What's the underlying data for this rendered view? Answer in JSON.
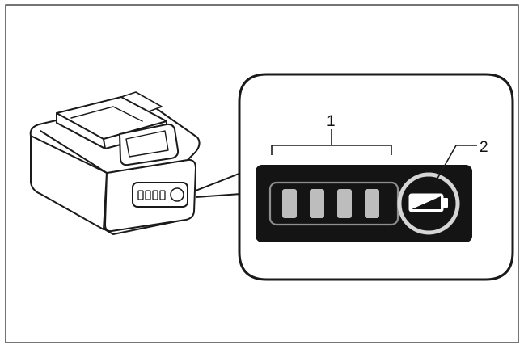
{
  "callouts": [
    {
      "number": "1",
      "target": "charge-level-segments"
    },
    {
      "number": "2",
      "target": "battery-status-icon"
    }
  ],
  "indicator": {
    "segment_count": 4,
    "icon": "battery-low-icon"
  },
  "colors": {
    "line": "#1a1a1a",
    "panel": "#141414",
    "segment_fill": "#bdbdbd",
    "ring": "#d6d6d6"
  }
}
